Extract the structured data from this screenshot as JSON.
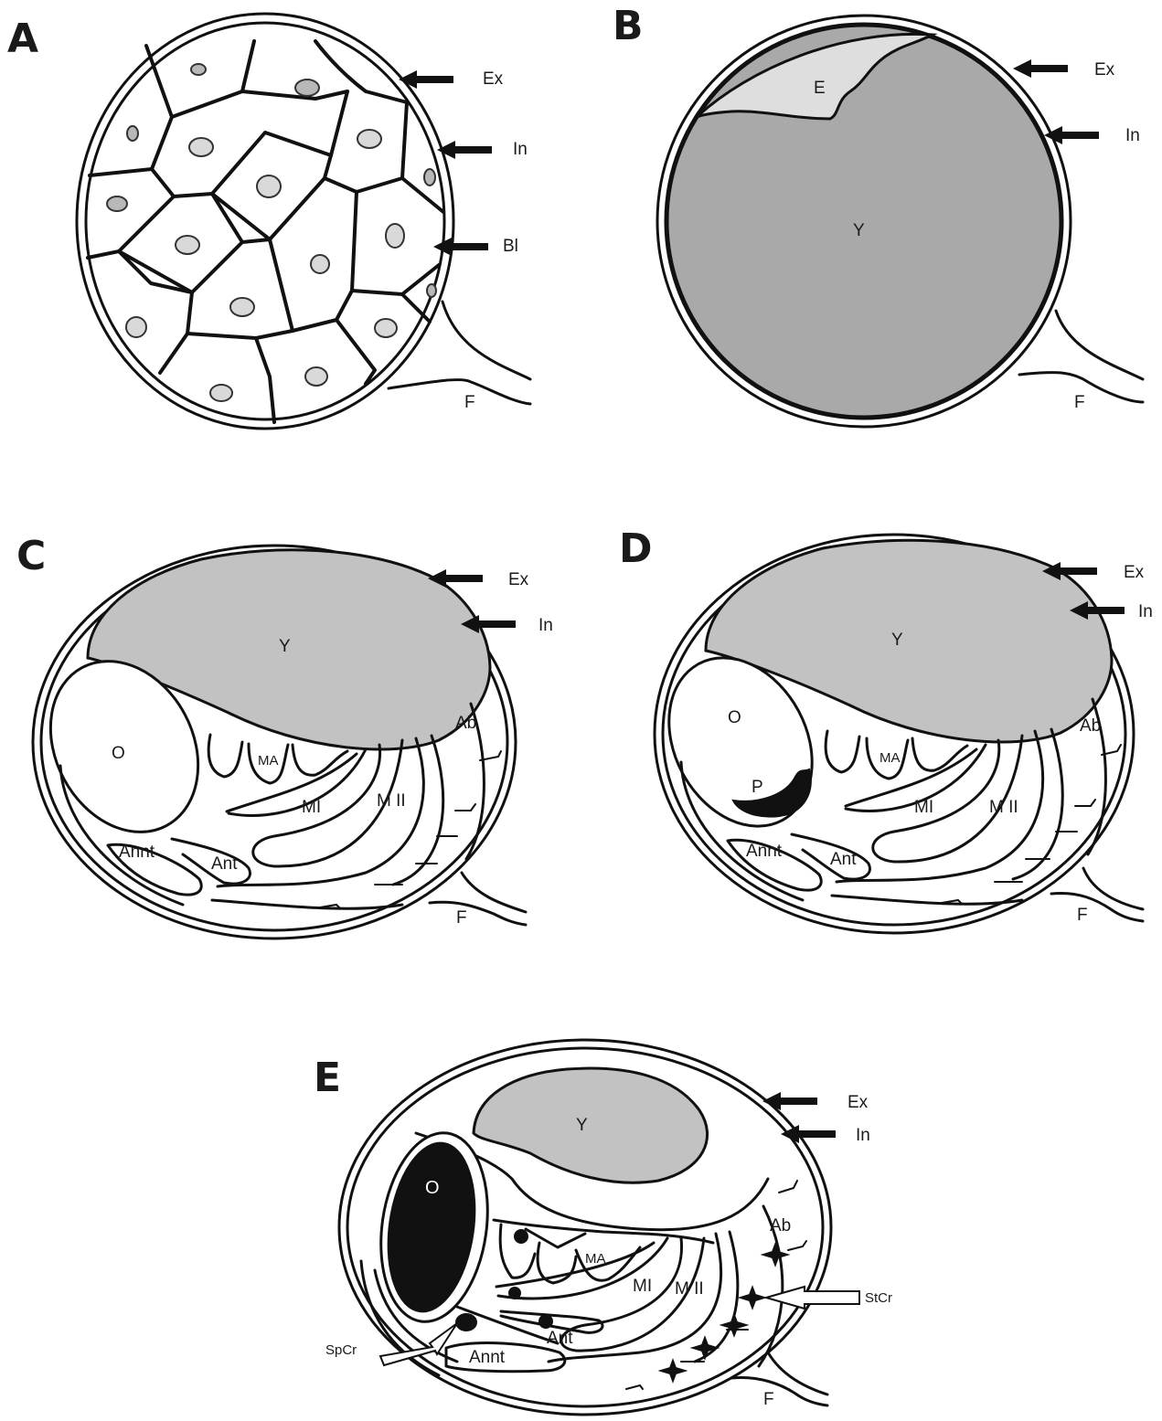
{
  "panels": {
    "A": {
      "letter": "A",
      "labels": {
        "ex": "Ex",
        "in": "In",
        "bl": "Bl",
        "f": "F"
      }
    },
    "B": {
      "letter": "B",
      "labels": {
        "ex": "Ex",
        "in": "In",
        "e": "E",
        "y": "Y",
        "f": "F"
      }
    },
    "C": {
      "letter": "C",
      "labels": {
        "ex": "Ex",
        "in": "In",
        "y": "Y",
        "o": "O",
        "ab": "Ab",
        "ma": "MA",
        "mi": "MI",
        "mii": "M II",
        "annt": "Annt",
        "ant": "Ant",
        "f": "F"
      }
    },
    "D": {
      "letter": "D",
      "labels": {
        "ex": "Ex",
        "in": "In",
        "y": "Y",
        "o": "O",
        "p": "P",
        "ab": "Ab",
        "ma": "MA",
        "mi": "MI",
        "mii": "M II",
        "annt": "Annt",
        "ant": "Ant",
        "f": "F"
      }
    },
    "E": {
      "letter": "E",
      "labels": {
        "ex": "Ex",
        "in": "In",
        "y": "Y",
        "o": "O",
        "ab": "Ab",
        "ma": "MA",
        "mi": "MI",
        "mii": "M II",
        "annt": "Annt",
        "ant": "Ant",
        "stcr": "StCr",
        "spcr": "SpCr",
        "f": "F"
      }
    }
  },
  "colors": {
    "yolk_dark": "#a9a9a9",
    "yolk_light": "#c2c2c2",
    "embryo_cap": "#dedede",
    "outline": "#111111"
  }
}
